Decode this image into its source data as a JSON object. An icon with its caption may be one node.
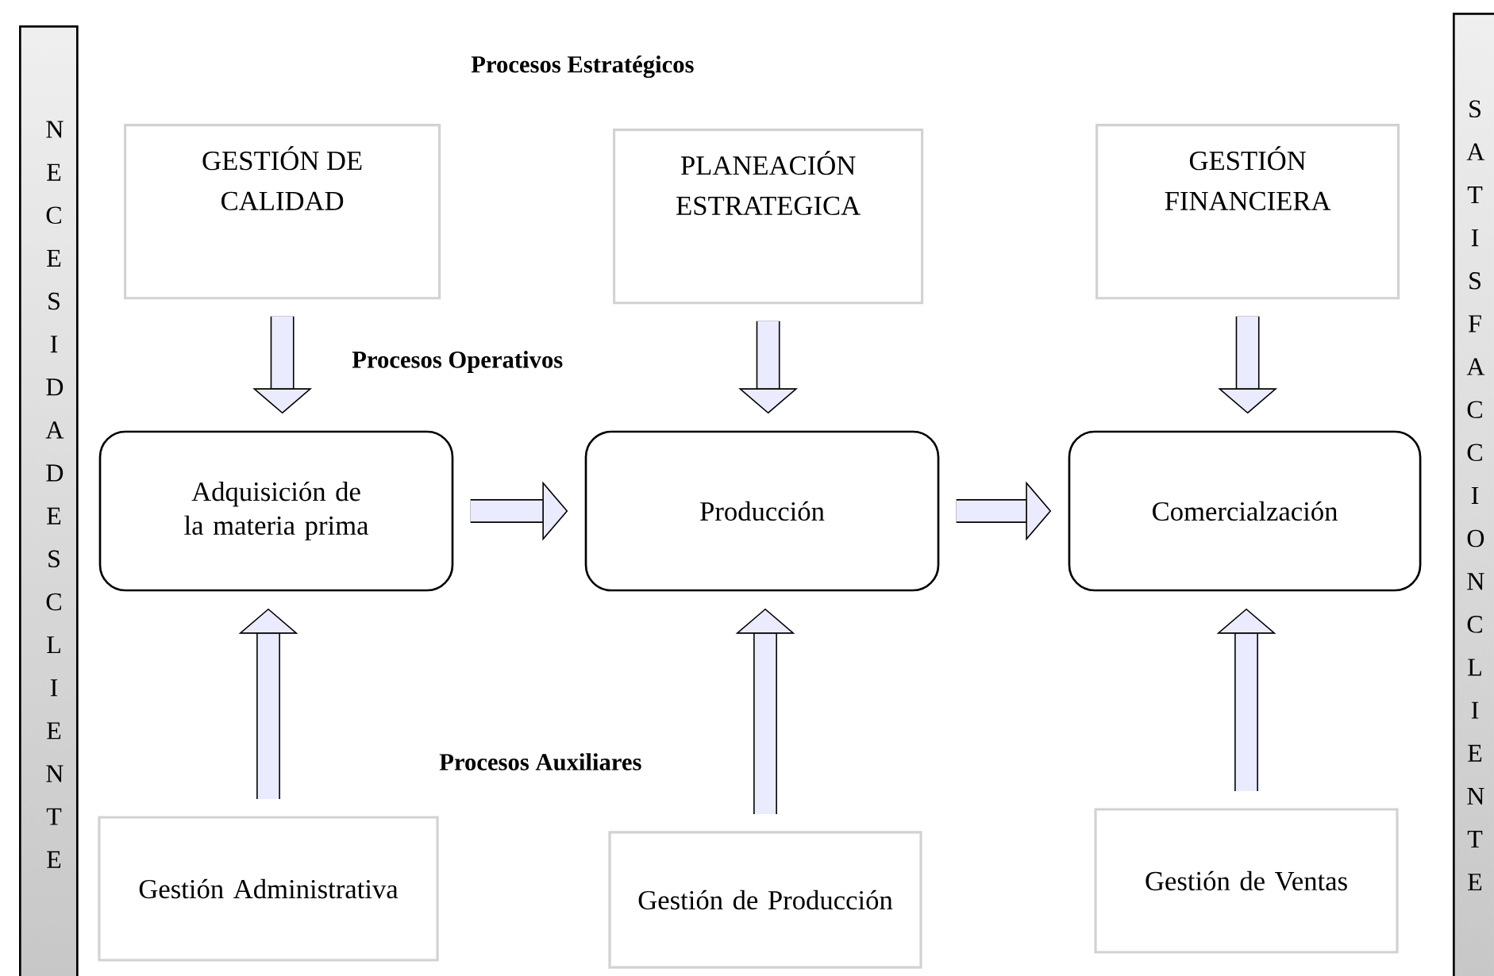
{
  "diagram": {
    "nodes": [
      {
        "text": [
          "NECESIDADES CLIENTE"
        ]
      },
      {
        "text": [
          "GESTIÓN DE CALIDAD"
        ]
      },
      {
        "text": [
          "PLANEACIÓN ESTRATEGICA"
        ]
      },
      {
        "text": [
          "GESTIÓN FINANCIERA"
        ]
      },
      {
        "text": [
          "Adquisición de la materia prima"
        ]
      },
      {
        "text": [
          "Producción"
        ]
      },
      {
        "text": [
          "Comercialzación"
        ]
      },
      {
        "text": [
          "Gestión Administrativa"
        ]
      },
      {
        "text": [
          "Gestión de Producción"
        ]
      },
      {
        "text": [
          "Gestión de Ventas"
        ]
      },
      {
        "text": [
          "SATISFACCION CLIENTE"
        ]
      }
    ],
    "edges": [
      {
        "from": 1,
        "to": 4,
        "arrow": "to"
      },
      {
        "from": 2,
        "to": 5,
        "arrow": "to"
      },
      {
        "from": 3,
        "to": 6,
        "arrow": "to"
      },
      {
        "from": 4,
        "to": 5,
        "arrow": "to"
      },
      {
        "from": 5,
        "to": 6,
        "arrow": "to"
      },
      {
        "from": 7,
        "to": 4,
        "arrow": "to"
      },
      {
        "from": 8,
        "to": 5,
        "arrow": "to"
      },
      {
        "from": 9,
        "to": 6,
        "arrow": "to"
      }
    ],
    "labels": [
      "Procesos Estratégicos",
      "Procesos Operativos",
      "Procesos Auxiliares"
    ]
  }
}
